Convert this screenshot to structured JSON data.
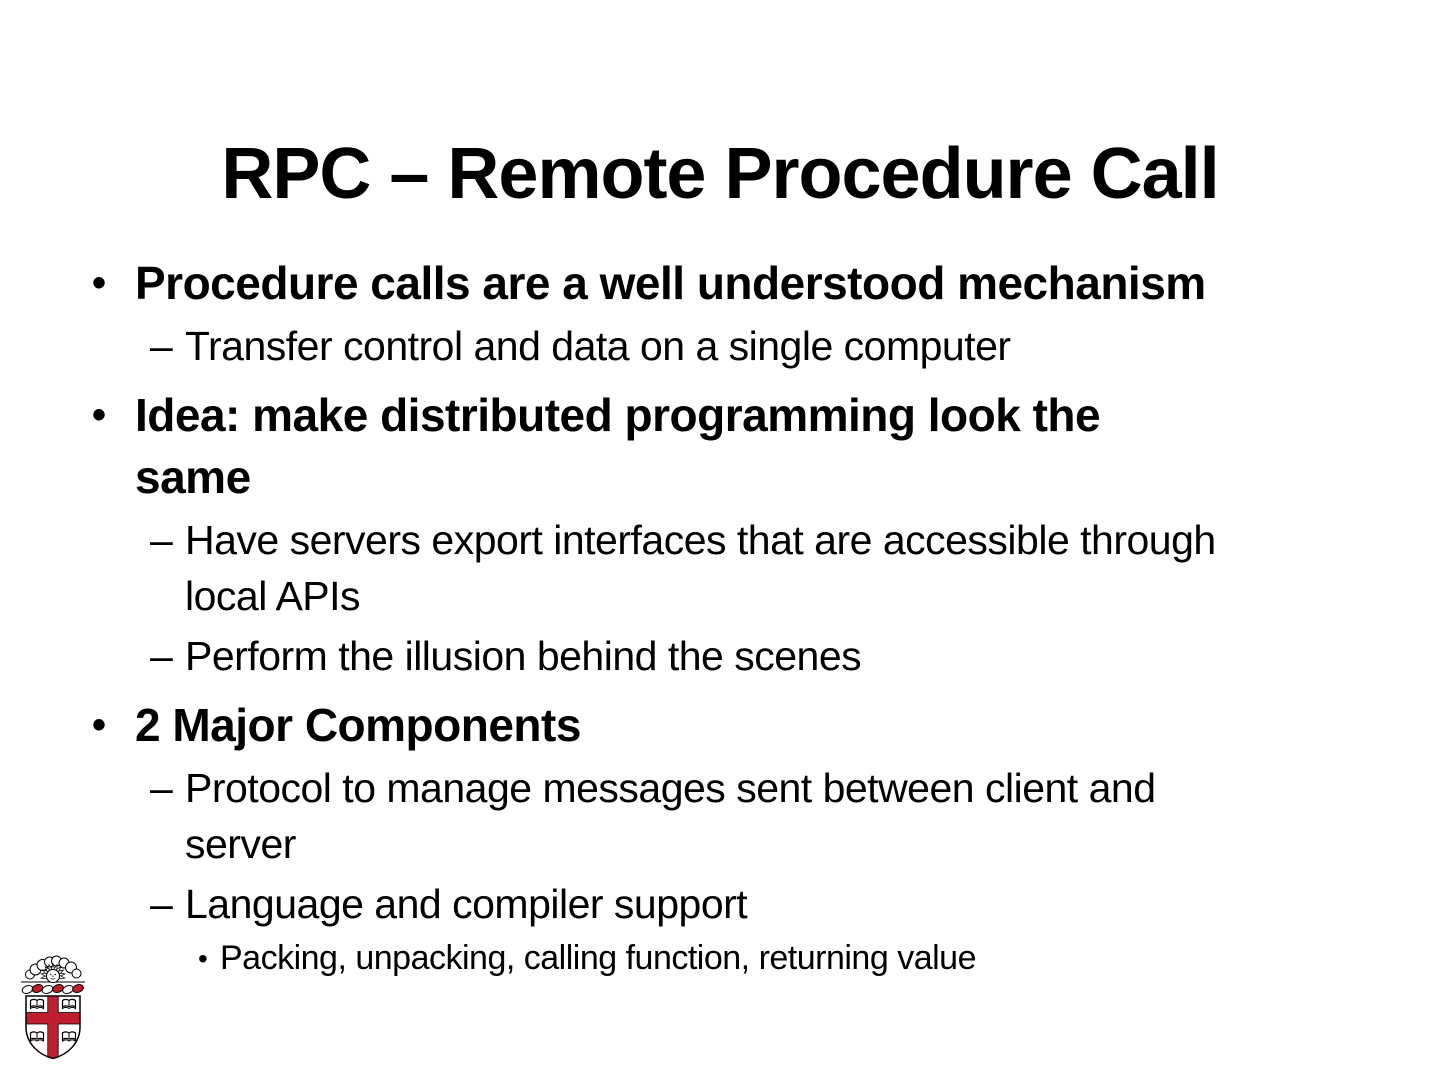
{
  "slide": {
    "title": "RPC – Remote Procedure Call",
    "bullets": [
      {
        "level": 1,
        "marker": "•",
        "text": "Procedure calls are a well understood mechanism"
      },
      {
        "level": 2,
        "marker": "–",
        "text": "Transfer control and data on a single computer"
      },
      {
        "level": 1,
        "marker": "•",
        "text": "Idea: make distributed programming look the\nsame"
      },
      {
        "level": 2,
        "marker": "–",
        "text": "Have servers export interfaces that are accessible through\nlocal APIs"
      },
      {
        "level": 2,
        "marker": "–",
        "text": "Perform the illusion behind the scenes"
      },
      {
        "level": 1,
        "marker": "•",
        "text": "2 Major Components"
      },
      {
        "level": 2,
        "marker": "–",
        "text": "Protocol to manage messages sent between client and\nserver"
      },
      {
        "level": 2,
        "marker": "–",
        "text": "Language and compiler support"
      },
      {
        "level": 3,
        "marker": "•",
        "text": "Packing, unpacking, calling function, returning value"
      }
    ],
    "logo": {
      "name": "brown-university-crest",
      "colors": {
        "red": "#BE1E2E",
        "outline": "#000000",
        "field": "#FFFFFF"
      }
    },
    "background": "#FFFFFF",
    "text_color": "#000000"
  }
}
